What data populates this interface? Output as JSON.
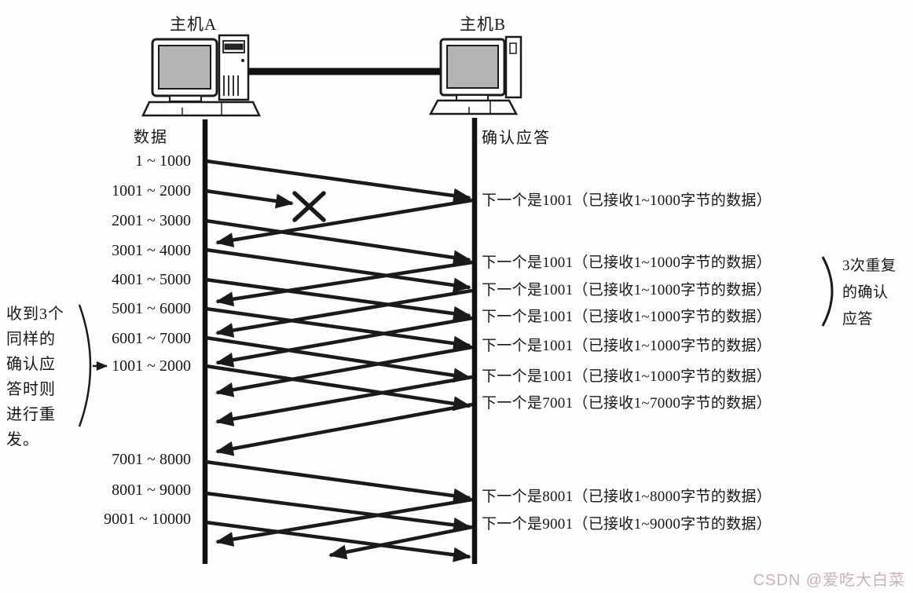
{
  "hosts": {
    "a": "主机A",
    "b": "主机B"
  },
  "columns": {
    "data_header": "数据",
    "ack_header": "确认应答"
  },
  "segments": [
    "1 ~ 1000",
    "1001 ~ 2000",
    "2001 ~ 3000",
    "3001 ~ 4000",
    "4001 ~ 5000",
    "5001 ~ 6000",
    "6001 ~ 7000",
    "1001 ~ 2000",
    "7001 ~ 8000",
    "8001 ~ 9000",
    "9001 ~ 10000"
  ],
  "acks": [
    "下一个是1001（已接收1~1000字节的数据）",
    "下一个是1001（已接收1~1000字节的数据）",
    "下一个是1001（已接收1~1000字节的数据）",
    "下一个是1001（已接收1~1000字节的数据）",
    "下一个是1001（已接收1~1000字节的数据）",
    "下一个是1001（已接收1~1000字节的数据）",
    "下一个是7001（已接收1~7000字节的数据）",
    "下一个是8001（已接收1~8000字节的数据）",
    "下一个是9001（已接收1~9000字节的数据）"
  ],
  "left_note": {
    "lines": [
      "收到3个",
      "同样的",
      "确认应",
      "答时则",
      "进行重",
      "发。"
    ]
  },
  "right_note": {
    "lines": [
      "3次重复",
      "的确认",
      "应答"
    ]
  },
  "loss_marker": "lost-segment-x",
  "watermark": "CSDN @爱吃大白菜",
  "colors": {
    "ink": "#1a1a1a",
    "screen_gray": "#b4b4b4",
    "watermark": "#c9b2b2"
  }
}
